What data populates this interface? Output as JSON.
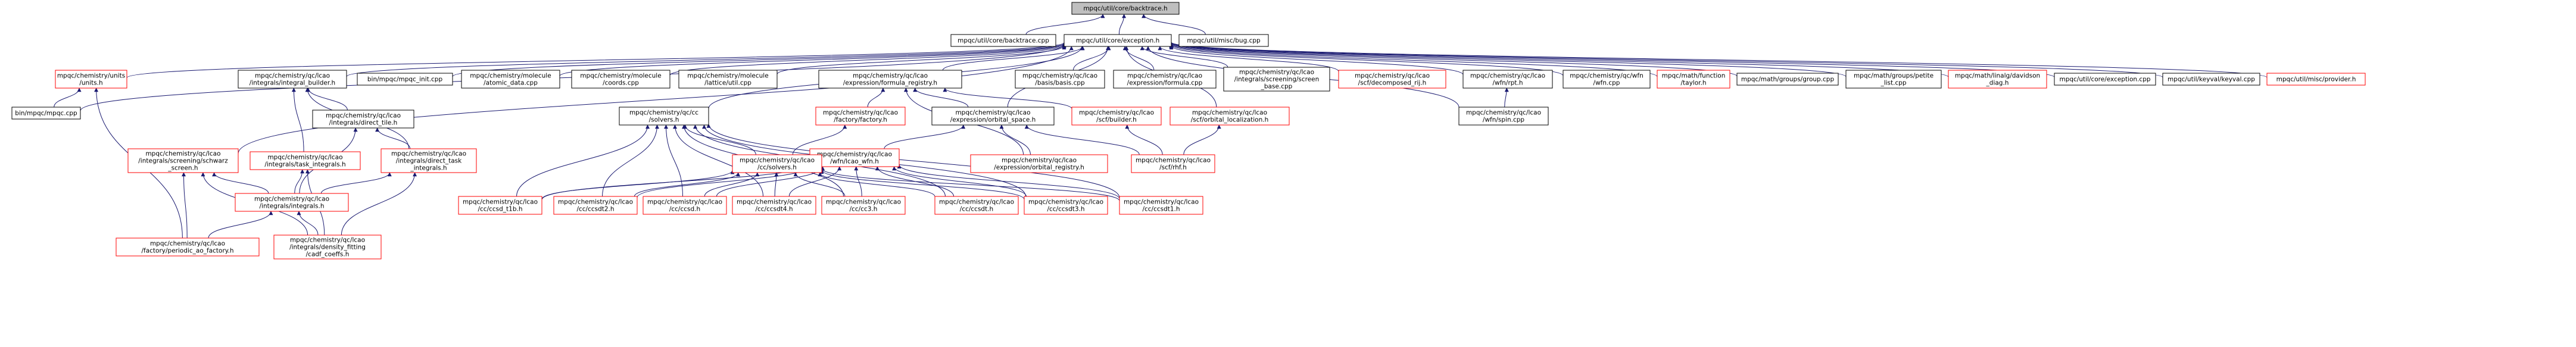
{
  "colors": {
    "root_fill": "#bfbfbf",
    "black_border": "#000000",
    "red_border": "#ff0000",
    "edge": "#191970",
    "node_fill": "#ffffff",
    "text": "#000000"
  },
  "nodes": [
    {
      "id": "backtrace_h",
      "lines": [
        "mpqc/util/core/backtrace.h"
      ],
      "border": "root"
    },
    {
      "id": "backtrace_cpp",
      "lines": [
        "mpqc/util/core/backtrace.cpp"
      ],
      "border": "black"
    },
    {
      "id": "exception_h",
      "lines": [
        "mpqc/util/core/exception.h"
      ],
      "border": "black"
    },
    {
      "id": "bug_cpp",
      "lines": [
        "mpqc/util/misc/bug.cpp"
      ],
      "border": "black"
    },
    {
      "id": "units_h",
      "lines": [
        "mpqc/chemistry/units",
        "/units.h"
      ],
      "border": "red"
    },
    {
      "id": "integral_builder_h",
      "lines": [
        "mpqc/chemistry/qc/lcao",
        "/integrals/integral_builder.h"
      ],
      "border": "black"
    },
    {
      "id": "mpqc_init_cpp",
      "lines": [
        "bin/mpqc/mpqc_init.cpp"
      ],
      "border": "black"
    },
    {
      "id": "atomic_data_cpp",
      "lines": [
        "mpqc/chemistry/molecule",
        "/atomic_data.cpp"
      ],
      "border": "black"
    },
    {
      "id": "coords_cpp",
      "lines": [
        "mpqc/chemistry/molecule",
        "/coords.cpp"
      ],
      "border": "black"
    },
    {
      "id": "lattice_util_cpp",
      "lines": [
        "mpqc/chemistry/molecule",
        "/lattice/util.cpp"
      ],
      "border": "black"
    },
    {
      "id": "formula_registry_h",
      "lines": [
        "mpqc/chemistry/qc/lcao",
        "/expression/formula_registry.h"
      ],
      "border": "black"
    },
    {
      "id": "basis_cpp",
      "lines": [
        "mpqc/chemistry/qc/lcao",
        "/basis/basis.cpp"
      ],
      "border": "black"
    },
    {
      "id": "formula_cpp",
      "lines": [
        "mpqc/chemistry/qc/lcao",
        "/expression/formula.cpp"
      ],
      "border": "black"
    },
    {
      "id": "screening_base_cpp",
      "lines": [
        "mpqc/chemistry/qc/lcao",
        "/integrals/screening/screen",
        "_base.cpp"
      ],
      "border": "black"
    },
    {
      "id": "decomposed_rij_h",
      "lines": [
        "mpqc/chemistry/qc/lcao",
        "/scf/decomposed_rij.h"
      ],
      "border": "red"
    },
    {
      "id": "wfn_rpt_h",
      "lines": [
        "mpqc/chemistry/qc/lcao",
        "/wfn/rpt.h"
      ],
      "border": "black"
    },
    {
      "id": "wfn_cpp",
      "lines": [
        "mpqc/chemistry/qc/wfn",
        "/wfn.cpp"
      ],
      "border": "black"
    },
    {
      "id": "taylor_h",
      "lines": [
        "mpqc/math/function",
        "/taylor.h"
      ],
      "border": "red"
    },
    {
      "id": "group_cpp",
      "lines": [
        "mpqc/math/groups/group.cpp"
      ],
      "border": "black"
    },
    {
      "id": "petite_list_cpp",
      "lines": [
        "mpqc/math/groups/petite",
        "_list.cpp"
      ],
      "border": "black"
    },
    {
      "id": "davidson_diag_h",
      "lines": [
        "mpqc/math/linalg/davidson",
        "_diag.h"
      ],
      "border": "red"
    },
    {
      "id": "exception_cpp",
      "lines": [
        "mpqc/util/core/exception.cpp"
      ],
      "border": "black"
    },
    {
      "id": "keyval_cpp",
      "lines": [
        "mpqc/util/keyval/keyval.cpp"
      ],
      "border": "black"
    },
    {
      "id": "provider_h",
      "lines": [
        "mpqc/util/misc/provider.h"
      ],
      "border": "red"
    },
    {
      "id": "mpqc_cpp",
      "lines": [
        "bin/mpqc/mpqc.cpp"
      ],
      "border": "black"
    },
    {
      "id": "direct_tile_h",
      "lines": [
        "mpqc/chemistry/qc/lcao",
        "/integrals/direct_tile.h"
      ],
      "border": "black"
    },
    {
      "id": "cc_solvers_h",
      "lines": [
        "mpqc/chemistry/qc/cc",
        "/solvers.h"
      ],
      "border": "black"
    },
    {
      "id": "factory_h",
      "lines": [
        "mpqc/chemistry/qc/lcao",
        "/factory/factory.h"
      ],
      "border": "red"
    },
    {
      "id": "orbital_space_h",
      "lines": [
        "mpqc/chemistry/qc/lcao",
        "/expression/orbital_space.h"
      ],
      "border": "black"
    },
    {
      "id": "scf_builder_h",
      "lines": [
        "mpqc/chemistry/qc/lcao",
        "/scf/builder.h"
      ],
      "border": "red"
    },
    {
      "id": "orbital_localization_h",
      "lines": [
        "mpqc/chemistry/qc/lcao",
        "/scf/orbital_localization.h"
      ],
      "border": "red"
    },
    {
      "id": "wfn_spin_cpp",
      "lines": [
        "mpqc/chemistry/qc/lcao",
        "/wfn/spin.cpp"
      ],
      "border": "black"
    },
    {
      "id": "schwarz_screen_h",
      "lines": [
        "mpqc/chemistry/qc/lcao",
        "/integrals/screening/schwarz",
        "_screen.h"
      ],
      "border": "red"
    },
    {
      "id": "task_integrals_h",
      "lines": [
        "mpqc/chemistry/qc/lcao",
        "/integrals/task_integrals.h"
      ],
      "border": "red"
    },
    {
      "id": "direct_task_integrals_h",
      "lines": [
        "mpqc/chemistry/qc/lcao",
        "/integrals/direct_task",
        "_integrals.h"
      ],
      "border": "red"
    },
    {
      "id": "lcao_wfn_h",
      "lines": [
        "mpqc/chemistry/qc/lcao",
        "/wfn/lcao_wfn.h"
      ],
      "border": "red"
    },
    {
      "id": "lcao_cc_solvers_h",
      "lines": [
        "mpqc/chemistry/qc/lcao",
        "/cc/solvers.h"
      ],
      "border": "red"
    },
    {
      "id": "orbital_registry_h",
      "lines": [
        "mpqc/chemistry/qc/lcao",
        "/expression/orbital_registry.h"
      ],
      "border": "red"
    },
    {
      "id": "scf_rhf_h",
      "lines": [
        "mpqc/chemistry/qc/lcao",
        "/scf/rhf.h"
      ],
      "border": "red"
    },
    {
      "id": "integrals_h",
      "lines": [
        "mpqc/chemistry/qc/lcao",
        "/integrals/integrals.h"
      ],
      "border": "red"
    },
    {
      "id": "ccsd_t1b_h",
      "lines": [
        "mpqc/chemistry/qc/lcao",
        "/cc/ccsd_t1b.h"
      ],
      "border": "red"
    },
    {
      "id": "ccsdt2_h",
      "lines": [
        "mpqc/chemistry/qc/lcao",
        "/cc/ccsdt2.h"
      ],
      "border": "red"
    },
    {
      "id": "ccsd_h",
      "lines": [
        "mpqc/chemistry/qc/lcao",
        "/cc/ccsd.h"
      ],
      "border": "red"
    },
    {
      "id": "ccsdt4_h",
      "lines": [
        "mpqc/chemistry/qc/lcao",
        "/cc/ccsdt4.h"
      ],
      "border": "red"
    },
    {
      "id": "cc3_h",
      "lines": [
        "mpqc/chemistry/qc/lcao",
        "/cc/cc3.h"
      ],
      "border": "red"
    },
    {
      "id": "ccsdt_h",
      "lines": [
        "mpqc/chemistry/qc/lcao",
        "/cc/ccsdt.h"
      ],
      "border": "red"
    },
    {
      "id": "ccsdt3_h",
      "lines": [
        "mpqc/chemistry/qc/lcao",
        "/cc/ccsdt3.h"
      ],
      "border": "red"
    },
    {
      "id": "ccsdt1_h",
      "lines": [
        "mpqc/chemistry/qc/lcao",
        "/cc/ccsdt1.h"
      ],
      "border": "red"
    },
    {
      "id": "periodic_ao_factory_h",
      "lines": [
        "mpqc/chemistry/qc/lcao",
        "/factory/periodic_ao_factory.h"
      ],
      "border": "red"
    },
    {
      "id": "cadf_coeffs_h",
      "lines": [
        "mpqc/chemistry/qc/lcao",
        "/integrals/density_fitting",
        "/cadf_coeffs.h"
      ],
      "border": "red"
    }
  ],
  "edges": [
    [
      "backtrace_cpp",
      "backtrace_h"
    ],
    [
      "exception_h",
      "backtrace_h"
    ],
    [
      "bug_cpp",
      "backtrace_h"
    ],
    [
      "mpqc_cpp",
      "exception_h"
    ],
    [
      "units_h",
      "exception_h"
    ],
    [
      "integral_builder_h",
      "exception_h"
    ],
    [
      "mpqc_init_cpp",
      "exception_h"
    ],
    [
      "atomic_data_cpp",
      "exception_h"
    ],
    [
      "coords_cpp",
      "exception_h"
    ],
    [
      "lattice_util_cpp",
      "exception_h"
    ],
    [
      "formula_registry_h",
      "exception_h"
    ],
    [
      "basis_cpp",
      "exception_h"
    ],
    [
      "formula_cpp",
      "exception_h"
    ],
    [
      "screening_base_cpp",
      "exception_h"
    ],
    [
      "decomposed_rij_h",
      "exception_h"
    ],
    [
      "wfn_rpt_h",
      "exception_h"
    ],
    [
      "wfn_cpp",
      "exception_h"
    ],
    [
      "taylor_h",
      "exception_h"
    ],
    [
      "group_cpp",
      "exception_h"
    ],
    [
      "petite_list_cpp",
      "exception_h"
    ],
    [
      "davidson_diag_h",
      "exception_h"
    ],
    [
      "exception_cpp",
      "exception_h"
    ],
    [
      "keyval_cpp",
      "exception_h"
    ],
    [
      "provider_h",
      "exception_h"
    ],
    [
      "cc_solvers_h",
      "exception_h"
    ],
    [
      "orbital_space_h",
      "exception_h"
    ],
    [
      "schwarz_screen_h",
      "exception_h"
    ],
    [
      "wfn_spin_cpp",
      "exception_h"
    ],
    [
      "orbital_localization_h",
      "exception_h"
    ],
    [
      "mpqc_cpp",
      "units_h"
    ],
    [
      "periodic_ao_factory_h",
      "units_h"
    ],
    [
      "direct_tile_h",
      "integral_builder_h"
    ],
    [
      "task_integrals_h",
      "integral_builder_h"
    ],
    [
      "direct_task_integrals_h",
      "integral_builder_h"
    ],
    [
      "factory_h",
      "formula_registry_h"
    ],
    [
      "orbital_space_h",
      "formula_registry_h"
    ],
    [
      "orbital_registry_h",
      "formula_registry_h"
    ],
    [
      "scf_builder_h",
      "formula_registry_h"
    ],
    [
      "wfn_spin_cpp",
      "wfn_rpt_h"
    ],
    [
      "direct_task_integrals_h",
      "direct_tile_h"
    ],
    [
      "integrals_h",
      "direct_tile_h"
    ],
    [
      "lcao_cc_solvers_h",
      "cc_solvers_h"
    ],
    [
      "ccsd_t1b_h",
      "cc_solvers_h"
    ],
    [
      "ccsdt2_h",
      "cc_solvers_h"
    ],
    [
      "ccsd_h",
      "cc_solvers_h"
    ],
    [
      "ccsdt4_h",
      "cc_solvers_h"
    ],
    [
      "cc3_h",
      "cc_solvers_h"
    ],
    [
      "ccsdt_h",
      "cc_solvers_h"
    ],
    [
      "ccsdt3_h",
      "cc_solvers_h"
    ],
    [
      "ccsdt1_h",
      "cc_solvers_h"
    ],
    [
      "lcao_cc_solvers_h",
      "factory_h"
    ],
    [
      "lcao_wfn_h",
      "orbital_space_h"
    ],
    [
      "orbital_registry_h",
      "orbital_space_h"
    ],
    [
      "scf_rhf_h",
      "orbital_space_h"
    ],
    [
      "scf_rhf_h",
      "scf_builder_h"
    ],
    [
      "scf_rhf_h",
      "orbital_localization_h"
    ],
    [
      "integrals_h",
      "schwarz_screen_h"
    ],
    [
      "periodic_ao_factory_h",
      "schwarz_screen_h"
    ],
    [
      "cadf_coeffs_h",
      "schwarz_screen_h"
    ],
    [
      "integrals_h",
      "task_integrals_h"
    ],
    [
      "cadf_coeffs_h",
      "task_integrals_h"
    ],
    [
      "integrals_h",
      "direct_task_integrals_h"
    ],
    [
      "cadf_coeffs_h",
      "direct_task_integrals_h"
    ],
    [
      "lcao_cc_solvers_h",
      "lcao_wfn_h"
    ],
    [
      "ccsd_t1b_h",
      "lcao_wfn_h"
    ],
    [
      "ccsdt2_h",
      "lcao_wfn_h"
    ],
    [
      "ccsd_h",
      "lcao_wfn_h"
    ],
    [
      "ccsdt4_h",
      "lcao_wfn_h"
    ],
    [
      "cc3_h",
      "lcao_wfn_h"
    ],
    [
      "ccsdt_h",
      "lcao_wfn_h"
    ],
    [
      "ccsdt3_h",
      "lcao_wfn_h"
    ],
    [
      "ccsdt1_h",
      "lcao_wfn_h"
    ],
    [
      "ccsd_t1b_h",
      "lcao_cc_solvers_h"
    ],
    [
      "ccsdt2_h",
      "lcao_cc_solvers_h"
    ],
    [
      "ccsd_h",
      "lcao_cc_solvers_h"
    ],
    [
      "ccsdt4_h",
      "lcao_cc_solvers_h"
    ],
    [
      "cc3_h",
      "lcao_cc_solvers_h"
    ],
    [
      "ccsdt_h",
      "lcao_cc_solvers_h"
    ],
    [
      "ccsdt3_h",
      "lcao_cc_solvers_h"
    ],
    [
      "ccsdt1_h",
      "lcao_cc_solvers_h"
    ],
    [
      "periodic_ao_factory_h",
      "integrals_h"
    ],
    [
      "cadf_coeffs_h",
      "integrals_h"
    ]
  ]
}
